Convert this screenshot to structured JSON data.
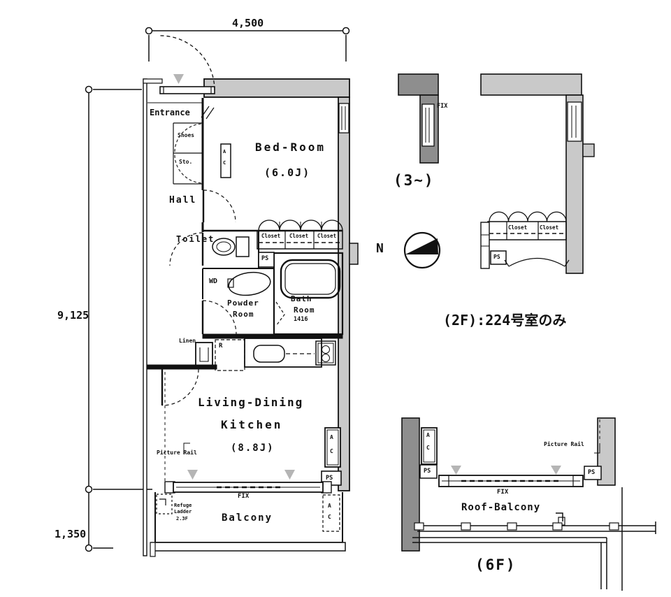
{
  "dimensions": {
    "top_width": "4,500",
    "left_height_main": "9,125",
    "left_height_balcony": "1,350"
  },
  "main_plan": {
    "entrance_label": "Entrance",
    "shoes_line1": "Shoes",
    "shoes_line2": "Sto.",
    "hall_label": "Hall",
    "bedroom_name": "Bed-Room",
    "bedroom_size": "(6.0J)",
    "closet_labels": [
      "Closet",
      "Closet",
      "Closet"
    ],
    "toilet_label": "Toilet",
    "ps_label": "PS",
    "wd_label": "WD",
    "powder_line1": "Powder",
    "powder_line2": "Room",
    "bath_line1": "Bath",
    "bath_line2": "Room",
    "bath_line3": "1416",
    "linen_label": "Linen",
    "fridge_label": "R",
    "ac_letter_a": "A",
    "ac_letter_c": "C",
    "ldk_line1": "Living-Dining",
    "ldk_line2": "Kitchen",
    "ldk_size": "(8.8J)",
    "picture_rail_label": "Picture Rail",
    "fix_label": "FIX",
    "balcony_label": "Balcony",
    "refuge_line1": "Refuge",
    "refuge_line2": "Ladder",
    "refuge_line3": "2.3F"
  },
  "fragment_3f": {
    "fix_label": "FIX",
    "caption": "(3~)"
  },
  "fragment_2f": {
    "closet_labels": [
      "Closet",
      "Closet"
    ],
    "ps_label": "PS",
    "note": "(2F):224号室のみ"
  },
  "compass": {
    "north_label": "N"
  },
  "fragment_6f": {
    "ac_letter_a": "A",
    "ac_letter_c": "C",
    "ps_left_label": "PS",
    "ps_right_label": "PS",
    "picture_rail_label": "Picture Rail",
    "fix_label": "FIX",
    "name": "Roof-Balcony",
    "caption": "(6F)"
  },
  "colors": {
    "wall_light": "#c9c9c9",
    "wall_dark": "#8e8e8e",
    "line": "#111111",
    "marker_gray": "#b5b5b5"
  }
}
